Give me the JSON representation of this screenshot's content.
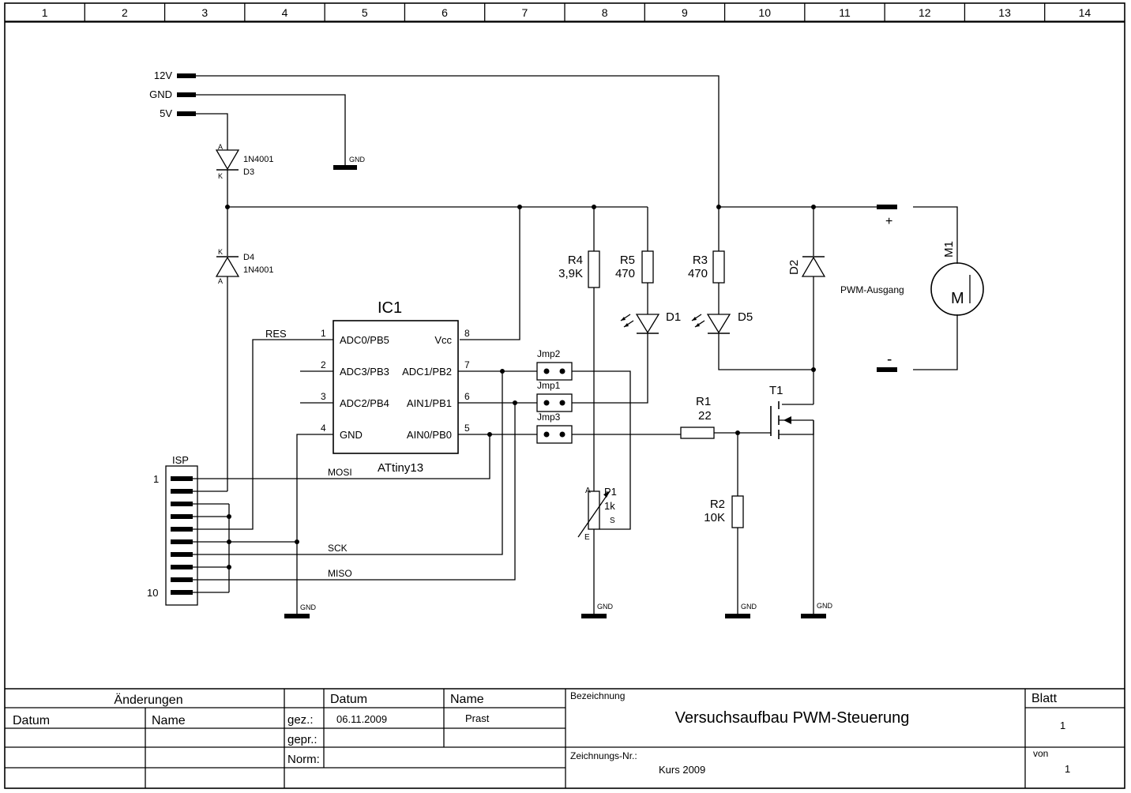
{
  "frame": {
    "columns": [
      "1",
      "2",
      "3",
      "4",
      "5",
      "6",
      "7",
      "8",
      "9",
      "10",
      "11",
      "12",
      "13",
      "14"
    ]
  },
  "rails": {
    "v12": "12V",
    "gnd": "GND",
    "v5": "5V"
  },
  "gnd_label": "GND",
  "ic": {
    "ref": "IC1",
    "type": "ATtiny13",
    "pins_left": [
      {
        "num": "1",
        "name": "ADC0/PB5"
      },
      {
        "num": "2",
        "name": "ADC3/PB3"
      },
      {
        "num": "3",
        "name": "ADC2/PB4"
      },
      {
        "num": "4",
        "name": "GND"
      }
    ],
    "pins_right": [
      {
        "num": "8",
        "name": "Vcc"
      },
      {
        "num": "7",
        "name": "ADC1/PB2"
      },
      {
        "num": "6",
        "name": "AIN1/PB1"
      },
      {
        "num": "5",
        "name": "AIN0/PB0"
      }
    ]
  },
  "diodes": {
    "d3": {
      "ref": "D3",
      "type": "1N4001",
      "anode": "A",
      "cathode": "K"
    },
    "d4": {
      "ref": "D4",
      "type": "1N4001",
      "anode": "A",
      "cathode": "K"
    },
    "d2": {
      "ref": "D2"
    }
  },
  "leds": {
    "d1": {
      "ref": "D1"
    },
    "d5": {
      "ref": "D5"
    }
  },
  "resistors": {
    "r1": {
      "ref": "R1",
      "value": "22"
    },
    "r2": {
      "ref": "R2",
      "value": "10K"
    },
    "r3": {
      "ref": "R3",
      "value": "470"
    },
    "r4": {
      "ref": "R4",
      "value": "3,9K"
    },
    "r5": {
      "ref": "R5",
      "value": "470"
    }
  },
  "pot": {
    "ref": "P1",
    "value": "1k",
    "a": "A",
    "e": "E",
    "s": "S"
  },
  "jumpers": [
    "Jmp2",
    "Jmp1",
    "Jmp3"
  ],
  "transistor": {
    "ref": "T1"
  },
  "motor": {
    "ref": "M1",
    "output_label": "PWM-Ausgang",
    "plus": "+",
    "minus": "-"
  },
  "nets": {
    "res": "RES",
    "mosi": "MOSI",
    "sck": "SCK",
    "miso": "MISO"
  },
  "isp": {
    "label": "ISP",
    "pin_first": "1",
    "pin_last": "10"
  },
  "title_block": {
    "aenderungen": "Änderungen",
    "datum_col": "Datum",
    "name_col": "Name",
    "datum_header": "Datum",
    "name_header": "Name",
    "gez": "gez.:",
    "gez_date": "06.11.2009",
    "gez_name": "Prast",
    "gepr": "gepr.:",
    "norm": "Norm:",
    "bezeichnung_label": "Bezeichnung",
    "bezeichnung": "Versuchsaufbau PWM-Steuerung",
    "zeichnungs_label": "Zeichnungs-Nr.:",
    "zeichnungs_nr": "Kurs 2009",
    "blatt_label": "Blatt",
    "blatt": "1",
    "von_label": "von",
    "von": "1"
  }
}
